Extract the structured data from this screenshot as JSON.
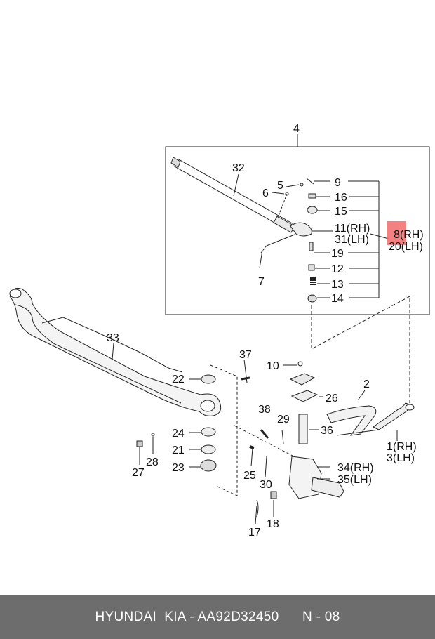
{
  "labels": {
    "l4": "4",
    "l32": "32",
    "l5": "5",
    "l6": "6",
    "l9": "9",
    "l16": "16",
    "l15": "15",
    "l11": "11(RH)",
    "l31": "31(LH)",
    "l8": "8(RH)",
    "l20": "20(LH)",
    "l19": "19",
    "l12": "12",
    "l13": "13",
    "l14": "14",
    "l7": "7",
    "l33": "33",
    "l37": "37",
    "l22": "22",
    "l10": "10",
    "l26": "26",
    "l2": "2",
    "l38": "38",
    "l29": "29",
    "l36": "36",
    "l24": "24",
    "l21": "21",
    "l23": "23",
    "l28": "28",
    "l27": "27",
    "l25": "25",
    "l30": "30",
    "l1": "1(RH)",
    "l3": "3(LH)",
    "l34": "34(RH)",
    "l35": "35(LH)",
    "l18": "18",
    "l17": "17"
  },
  "highlight_color": "#f26b6b",
  "footer": {
    "brand": "HYUNDAI  KIA - AA92D32450",
    "page": "N - 08"
  }
}
